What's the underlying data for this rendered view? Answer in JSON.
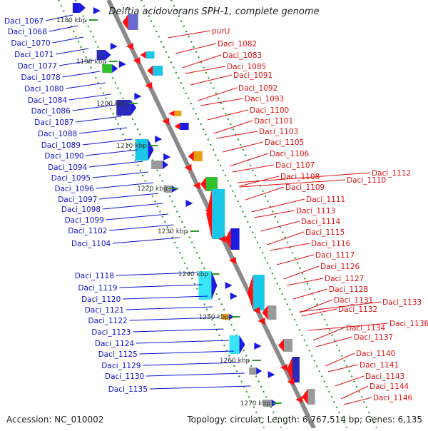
{
  "title": "Delftia acidovorans SPH-1, complete genome",
  "accession": "Accession: NC_010002",
  "topology": "Topology: circular; Length: 6,767,514 bp; Genes: 6,135",
  "colors": {
    "forward_label": "#1010d0",
    "reverse_label": "#e01010",
    "backbone": "#8a8a8a",
    "dotted_track": "#2a9a2a",
    "forward_feature": "#1a1ae0",
    "reverse_feature": "#ff1010"
  },
  "scale_labels": [
    "1180 kbp",
    "1190 kbp",
    "1200 kbp",
    "1210 kbp",
    "1220 kbp",
    "1230 kbp",
    "1240 kbp",
    "1250 kbp",
    "1260 kbp",
    "1270 kbp"
  ],
  "forward_genes": [
    "Daci_1067",
    "Daci_1068",
    "Daci_1070",
    "Daci_1071",
    "Daci_1077",
    "Daci_1078",
    "Daci_1080",
    "Daci_1084",
    "Daci_1086",
    "Daci_1087",
    "Daci_1088",
    "Daci_1089",
    "Daci_1090",
    "Daci_1094",
    "Daci_1095",
    "Daci_1096",
    "Daci_1097",
    "Daci_1098",
    "Daci_1099",
    "Daci_1102",
    "Daci_1104",
    "Daci_1118",
    "Daci_1119",
    "Daci_1120",
    "Daci_1121",
    "Daci_1122",
    "Daci_1123",
    "Daci_1124",
    "Daci_1125",
    "Daci_1129",
    "Daci_1130",
    "Daci_1135"
  ],
  "reverse_genes": [
    "purU",
    "Daci_1082",
    "Daci_1083",
    "Daci_1085",
    "Daci_1091",
    "Daci_1092",
    "Daci_1093",
    "Daci_1100",
    "Daci_1101",
    "Daci_1103",
    "Daci_1105",
    "Daci_1106",
    "Daci_1107",
    "Daci_1108",
    "Daci_1109",
    "Daci_1110",
    "Daci_1112",
    "Daci_1111",
    "Daci_1113",
    "Daci_1114",
    "Daci_1115",
    "Daci_1116",
    "Daci_1117",
    "Daci_1126",
    "Daci_1127",
    "Daci_1128",
    "Daci_1131",
    "Daci_1132",
    "Daci_1133",
    "Daci_1134",
    "Daci_1136",
    "Daci_1137",
    "Daci_1140",
    "Daci_1141",
    "Daci_1143",
    "Daci_1144",
    "Daci_1146"
  ]
}
